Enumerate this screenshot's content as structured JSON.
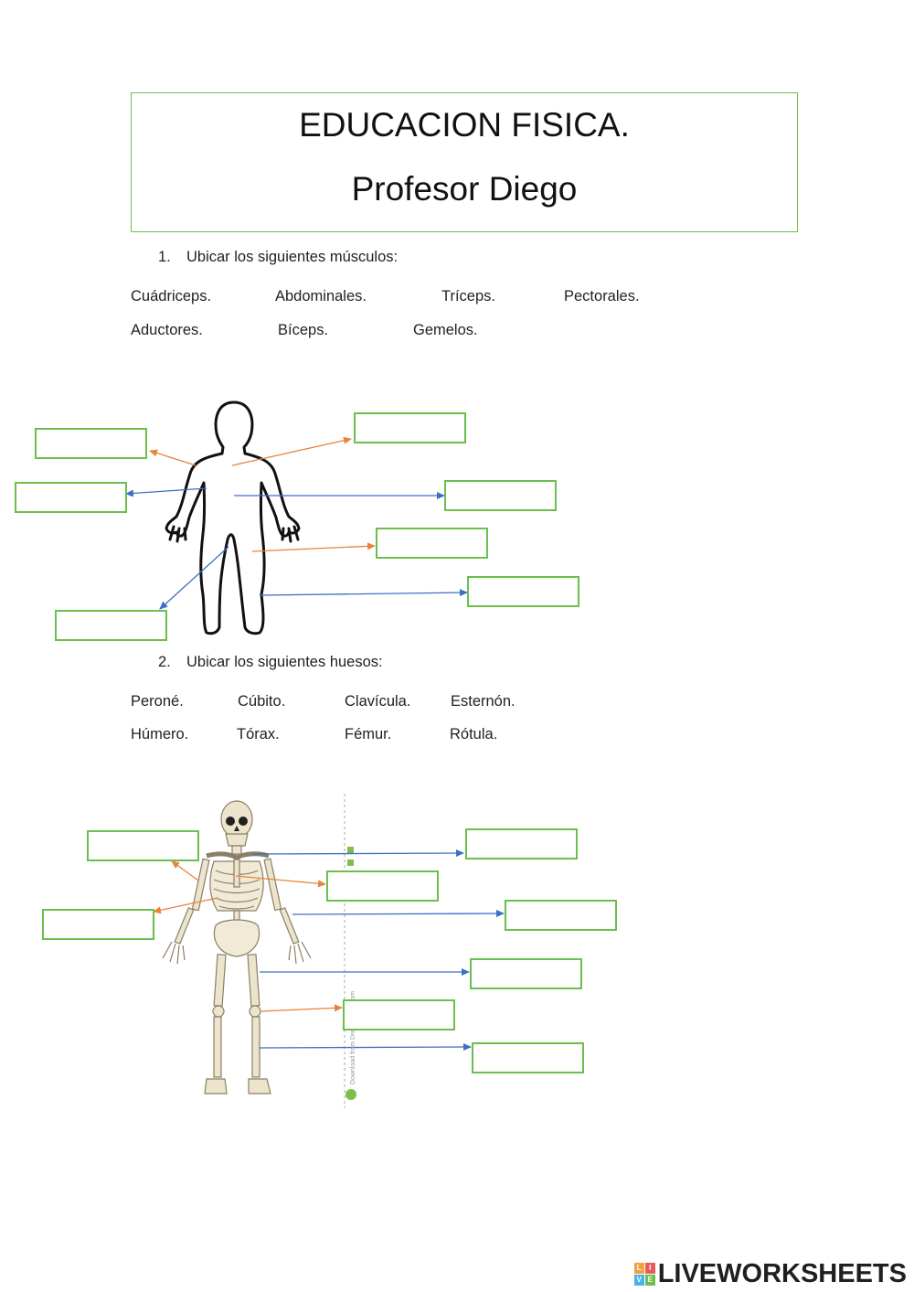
{
  "header": {
    "title": "EDUCACION FISICA.",
    "subtitle": "Profesor Diego"
  },
  "section1": {
    "number": "1.",
    "instruction": "Ubicar los siguientes músculos:",
    "words_row1": [
      "Cuádriceps.",
      "Abdominales.",
      "Tríceps.",
      "Pectorales."
    ],
    "words_row2": [
      "Aductores.",
      "Bíceps.",
      "Gemelos."
    ]
  },
  "section2": {
    "number": "2.",
    "instruction": "Ubicar los siguientes huesos:",
    "words_row1": [
      "Peroné.",
      "Cúbito.",
      "Clavícula.",
      "Esternón."
    ],
    "words_row2": [
      "Húmero.",
      "Tórax.",
      "Fémur.",
      "Rótula."
    ]
  },
  "watermark": {
    "line1": "Download from",
    "line2": "Dreamstime.com"
  },
  "footer": {
    "brand": "LIVEWORKSHEETS",
    "logo_letters": [
      "L",
      "I",
      "V",
      "E"
    ]
  },
  "colors": {
    "box_border": "#6bbf4e",
    "arrow_orange": "#e9823a",
    "arrow_blue": "#3d6fc4"
  }
}
